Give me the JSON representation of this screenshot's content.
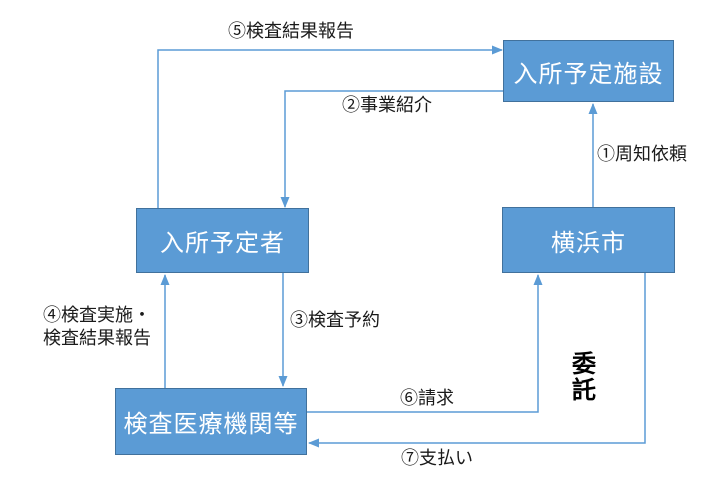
{
  "diagram": {
    "title": "",
    "nodes": {
      "facility": {
        "label": "入所予定施設"
      },
      "resident": {
        "label": "入所予定者"
      },
      "city": {
        "label": "横浜市"
      },
      "medical": {
        "label": "検査医療機関等"
      }
    },
    "arrows": {
      "a1": {
        "label": "①周知依頼",
        "from": "city",
        "to": "facility"
      },
      "a2": {
        "label": "②事業紹介",
        "from": "facility",
        "to": "resident"
      },
      "a3": {
        "label": "③検査予約",
        "from": "resident",
        "to": "medical"
      },
      "a4": {
        "label": "④検査実施・\n検査結果報告",
        "from": "medical",
        "to": "resident"
      },
      "a5": {
        "label": "⑤検査結果報告",
        "from": "resident",
        "to": "facility"
      },
      "a6": {
        "label": "⑥請求",
        "from": "medical",
        "to": "city"
      },
      "a7": {
        "label": "⑦支払い",
        "from": "city",
        "to": "medical"
      }
    },
    "annotations": {
      "commission": "委託"
    },
    "colors": {
      "box_fill": "#5b9bd5",
      "box_border": "#41719c",
      "box_text": "#ffffff",
      "arrow": "#5b9bd5",
      "label_text": "#1a1a1a"
    }
  }
}
